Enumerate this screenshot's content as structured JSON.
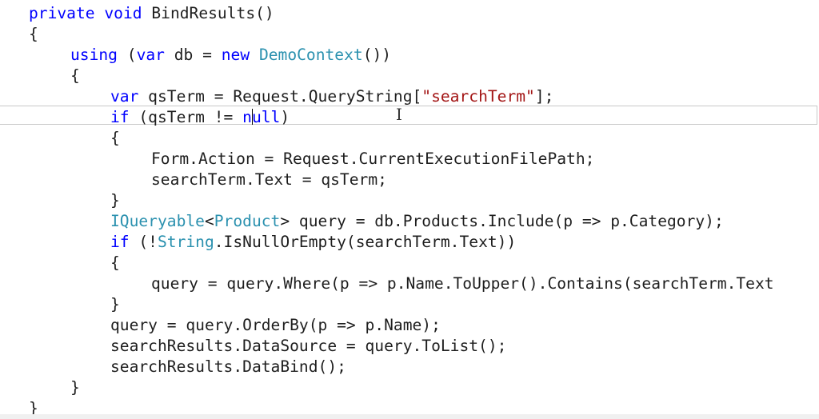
{
  "editor": {
    "colors": {
      "keyword": "#0000ff",
      "type": "#2b91af",
      "string": "#a31515",
      "plain": "#1e1e1e",
      "current_line_border": "#c9c9c9"
    },
    "lines": [
      {
        "indent": 0,
        "tokens": [
          {
            "t": "private",
            "k": "keyword"
          },
          {
            "t": " "
          },
          {
            "t": "void",
            "k": "keyword"
          },
          {
            "t": " BindResults()"
          }
        ]
      },
      {
        "indent": 0,
        "tokens": [
          {
            "t": "{"
          }
        ]
      },
      {
        "indent": 1,
        "tokens": [
          {
            "t": "using",
            "k": "keyword"
          },
          {
            "t": " ("
          },
          {
            "t": "var",
            "k": "keyword"
          },
          {
            "t": " db = "
          },
          {
            "t": "new",
            "k": "keyword"
          },
          {
            "t": " "
          },
          {
            "t": "DemoContext",
            "k": "type"
          },
          {
            "t": "())"
          }
        ]
      },
      {
        "indent": 1,
        "tokens": [
          {
            "t": "{"
          }
        ]
      },
      {
        "indent": 2,
        "tokens": [
          {
            "t": "var",
            "k": "keyword"
          },
          {
            "t": " qsTerm = Request.QueryString["
          },
          {
            "t": "\"searchTerm\"",
            "k": "string"
          },
          {
            "t": "];"
          }
        ]
      },
      {
        "indent": 2,
        "tokens": [
          {
            "t": "if",
            "k": "keyword"
          },
          {
            "t": " (qsTerm != "
          },
          {
            "t": "null",
            "k": "keyword"
          },
          {
            "t": ")"
          }
        ]
      },
      {
        "indent": 2,
        "tokens": [
          {
            "t": "{"
          }
        ]
      },
      {
        "indent": 3,
        "tokens": [
          {
            "t": "Form.Action = Request.CurrentExecutionFilePath;"
          }
        ]
      },
      {
        "indent": 3,
        "tokens": [
          {
            "t": "searchTerm.Text = qsTerm;"
          }
        ]
      },
      {
        "indent": 2,
        "tokens": [
          {
            "t": "}"
          }
        ]
      },
      {
        "indent": 2,
        "tokens": [
          {
            "t": "IQueryable",
            "k": "type"
          },
          {
            "t": "<"
          },
          {
            "t": "Product",
            "k": "type"
          },
          {
            "t": "> query = db.Products.Include(p => p.Category);"
          }
        ]
      },
      {
        "indent": 2,
        "tokens": [
          {
            "t": "if",
            "k": "keyword"
          },
          {
            "t": " (!"
          },
          {
            "t": "String",
            "k": "type"
          },
          {
            "t": ".IsNullOrEmpty(searchTerm.Text))"
          }
        ]
      },
      {
        "indent": 2,
        "tokens": [
          {
            "t": "{"
          }
        ]
      },
      {
        "indent": 3,
        "tokens": [
          {
            "t": "query = query.Where(p => p.Name.ToUpper().Contains(searchTerm.Text"
          }
        ]
      },
      {
        "indent": 2,
        "tokens": [
          {
            "t": "}"
          }
        ]
      },
      {
        "indent": 2,
        "tokens": [
          {
            "t": "query = query.OrderBy(p => p.Name);"
          }
        ]
      },
      {
        "indent": 2,
        "tokens": [
          {
            "t": "searchResults.DataSource = query.ToList();"
          }
        ]
      },
      {
        "indent": 2,
        "tokens": [
          {
            "t": "searchResults.DataBind();"
          }
        ]
      },
      {
        "indent": 1,
        "tokens": [
          {
            "t": "}"
          }
        ]
      },
      {
        "indent": 0,
        "tokens": [
          {
            "t": "}"
          }
        ]
      }
    ]
  }
}
